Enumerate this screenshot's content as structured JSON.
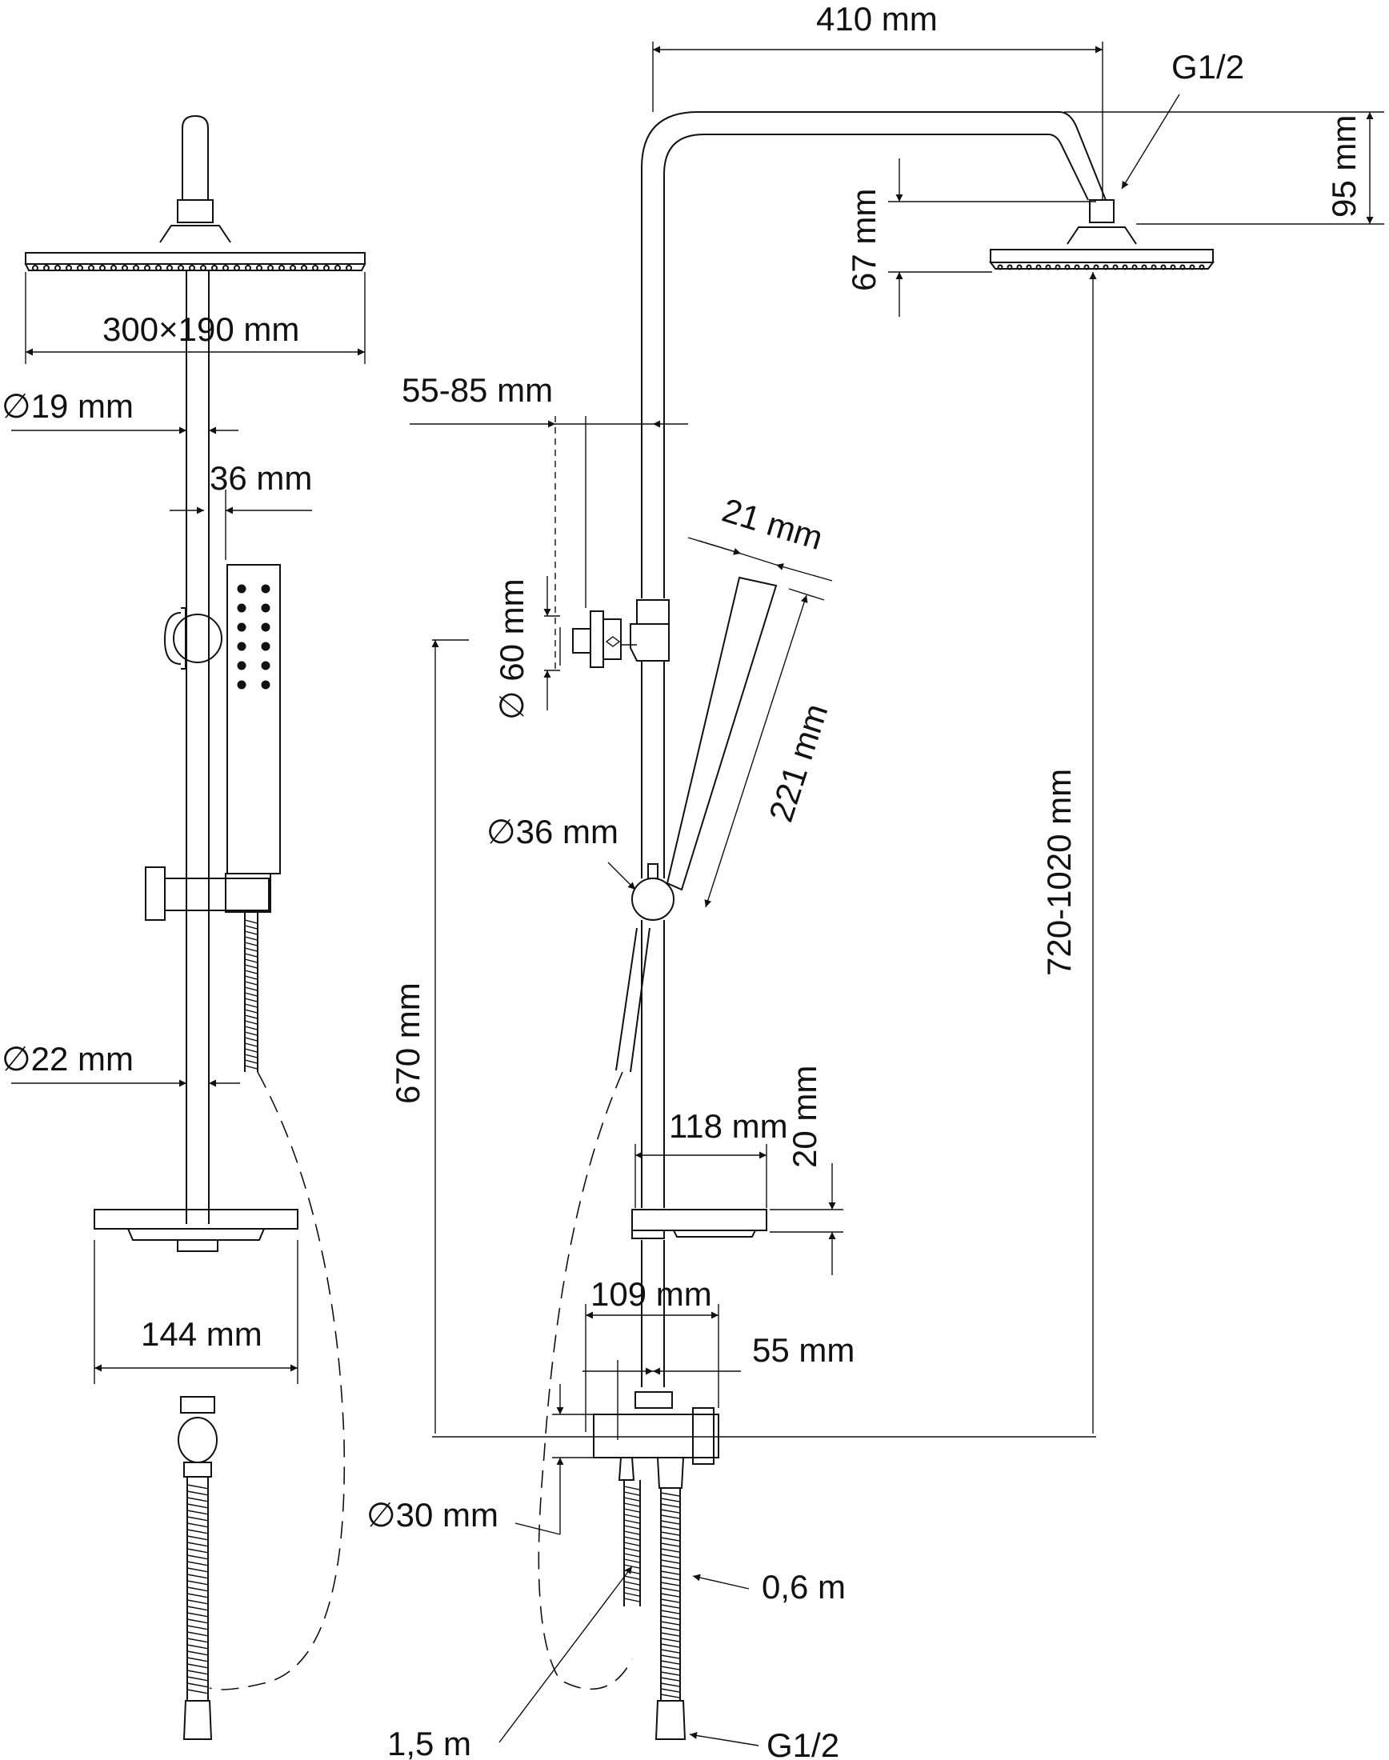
{
  "front_view": {
    "head_size": "300×190 mm",
    "rail_diameter": "∅19 mm",
    "handle_width": "36 mm",
    "pipe_diameter": "∅22 mm",
    "shelf_width": "144 mm"
  },
  "side_view": {
    "arm_length": "410 mm",
    "thread_top": "G1/2",
    "arm_drop": "95 mm",
    "connector_height": "67 mm",
    "wall_offset": "55-85 mm",
    "handle_depth": "21 mm",
    "bracket_diameter": "∅ 60 mm",
    "handle_length": "221 mm",
    "knob_diameter": "∅36 mm",
    "total_height": "720-1020 mm",
    "lower_height": "670 mm",
    "shelf_depth": "118 mm",
    "shelf_thickness": "20 mm",
    "mixer_width": "109 mm",
    "mixer_offset": "55 mm",
    "mixer_diameter": "∅30 mm",
    "hose_short": "0,6 m",
    "hose_long": "1,5 m",
    "thread_bottom": "G1/2"
  }
}
